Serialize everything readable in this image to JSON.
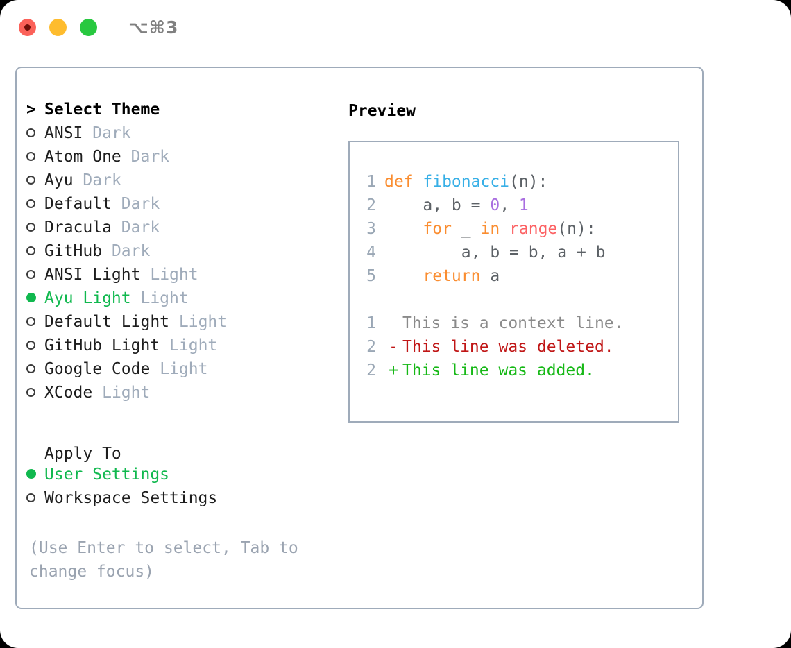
{
  "window": {
    "shortcut": "⌥⌘3",
    "traffic_lights": [
      "close-red",
      "minimize-yellow",
      "maximize-green"
    ]
  },
  "theme_picker": {
    "prompt_marker": ">",
    "title": "Select Theme",
    "items": [
      {
        "name": "ANSI",
        "tag": "Dark",
        "selected": false
      },
      {
        "name": "Atom One",
        "tag": "Dark",
        "selected": false
      },
      {
        "name": "Ayu",
        "tag": "Dark",
        "selected": false
      },
      {
        "name": "Default",
        "tag": "Dark",
        "selected": false
      },
      {
        "name": "Dracula",
        "tag": "Dark",
        "selected": false
      },
      {
        "name": "GitHub",
        "tag": "Dark",
        "selected": false
      },
      {
        "name": "ANSI Light",
        "tag": "Light",
        "selected": false
      },
      {
        "name": "Ayu Light",
        "tag": "Light",
        "selected": true
      },
      {
        "name": "Default Light",
        "tag": "Light",
        "selected": false
      },
      {
        "name": "GitHub Light",
        "tag": "Light",
        "selected": false
      },
      {
        "name": "Google Code",
        "tag": "Light",
        "selected": false
      },
      {
        "name": "XCode",
        "tag": "Light",
        "selected": false
      }
    ]
  },
  "apply_to": {
    "title": "Apply To",
    "options": [
      {
        "name": "User Settings",
        "selected": true
      },
      {
        "name": "Workspace Settings",
        "selected": false
      }
    ]
  },
  "hint": "(Use Enter to select, Tab to change focus)",
  "preview": {
    "title": "Preview",
    "code_lines": [
      {
        "num": "1",
        "tokens": [
          {
            "t": "def ",
            "c": "tok-kw"
          },
          {
            "t": "fibonacci",
            "c": "tok-fn"
          },
          {
            "t": "(n):",
            "c": "tok-pl"
          }
        ]
      },
      {
        "num": "2",
        "tokens": [
          {
            "t": "    a, b = ",
            "c": "tok-pl"
          },
          {
            "t": "0",
            "c": "tok-num"
          },
          {
            "t": ", ",
            "c": "tok-pl"
          },
          {
            "t": "1",
            "c": "tok-num"
          }
        ]
      },
      {
        "num": "3",
        "tokens": [
          {
            "t": "    ",
            "c": "tok-pl"
          },
          {
            "t": "for",
            "c": "tok-kw"
          },
          {
            "t": " _ ",
            "c": "tok-pl"
          },
          {
            "t": "in",
            "c": "tok-kw"
          },
          {
            "t": " ",
            "c": "tok-pl"
          },
          {
            "t": "range",
            "c": "tok-bi"
          },
          {
            "t": "(n):",
            "c": "tok-pl"
          }
        ]
      },
      {
        "num": "4",
        "tokens": [
          {
            "t": "        a, b = b, a + b",
            "c": "tok-pl"
          }
        ]
      },
      {
        "num": "5",
        "tokens": [
          {
            "t": "    ",
            "c": "tok-pl"
          },
          {
            "t": "return",
            "c": "tok-kw"
          },
          {
            "t": " a",
            "c": "tok-pl"
          }
        ]
      }
    ],
    "diff_lines": [
      {
        "num": "1",
        "mark": " ",
        "text": "This is a context line.",
        "kind": "diff-ctx"
      },
      {
        "num": "2",
        "mark": "-",
        "text": "This line was deleted.",
        "kind": "diff-del"
      },
      {
        "num": "2",
        "mark": "+",
        "text": "This line was added.",
        "kind": "diff-add"
      }
    ]
  },
  "colors": {
    "accent_green": "#10b84e",
    "muted_blue_gray": "#9fabba",
    "border": "#9fabba",
    "keyword_orange": "#fa8d30",
    "function_blue": "#37afe6",
    "number_purple": "#a96ee0",
    "builtin_red": "#fc6163",
    "diff_delete": "#c01616",
    "diff_add": "#16b816"
  }
}
